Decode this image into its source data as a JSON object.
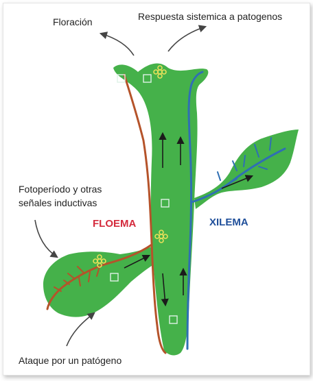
{
  "labels": {
    "floracion": "Floración",
    "respuesta": "Respuesta sistemica a  patogenos",
    "fotoperiodo_1": "Fotoperíodo y otras",
    "fotoperiodo_2": "señales inductivas",
    "floema": "FLOEMA",
    "xilema": "XILEMA",
    "ataque": "Ataque por un patógeno"
  },
  "colors": {
    "plant_green": "#45b14a",
    "phloem": "#b5532a",
    "xylem": "#2f6fb3",
    "floema_text": "#d42a3c",
    "xilema_text": "#1f4f9a",
    "arrow": "#1b1b1b",
    "marker": "#d9efe0",
    "flower": "#e8e05a"
  }
}
